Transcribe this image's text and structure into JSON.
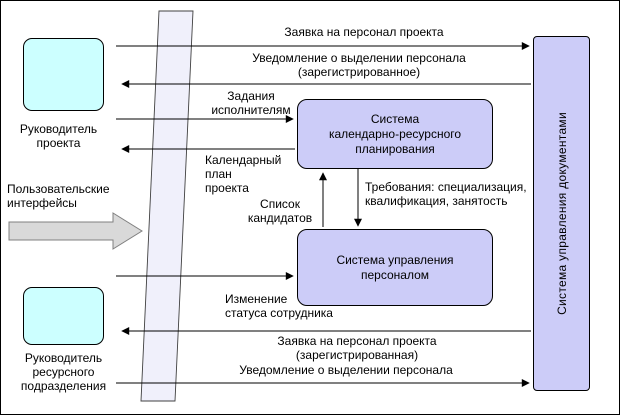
{
  "actors": {
    "project_manager": {
      "label_lines": [
        "Руководитель",
        "проекта"
      ]
    },
    "resource_manager": {
      "label_lines": [
        "Руководитель",
        "ресурсного",
        "подразделения"
      ]
    }
  },
  "interface_plane": {
    "label_lines": [
      "Пользовательские",
      "интерфейсы"
    ]
  },
  "systems": {
    "planning": {
      "label_lines": [
        "Система",
        "календарно-ресурсного",
        "планирования"
      ]
    },
    "personnel": {
      "label_lines": [
        "Система управления",
        "персоналом"
      ]
    },
    "documents": {
      "label": "Система управления документами"
    }
  },
  "flows": {
    "request_top": {
      "label_lines": [
        "Заявка на персонал проекта"
      ],
      "direction": "right"
    },
    "notification_registered": {
      "label_lines": [
        "Уведомление о выделении персонала",
        "(зарегистрированное)"
      ],
      "direction": "left"
    },
    "tasks": {
      "label_lines": [
        "Задания",
        "исполнителям"
      ],
      "direction": "right"
    },
    "calendar_plan": {
      "label_lines": [
        "Календарный",
        "план",
        "проекта"
      ],
      "direction": "left"
    },
    "requirements": {
      "label_lines": [
        "Требования: специализация,",
        "квалификация, занятость"
      ],
      "direction": "down"
    },
    "candidates": {
      "label_lines": [
        "Список",
        "кандидатов"
      ],
      "direction": "up"
    },
    "status_change": {
      "label_lines": [
        "Изменение",
        "статуса сотрудника"
      ],
      "direction": "right"
    },
    "request_registered": {
      "label_lines": [
        "Заявка на персонал проекта",
        "(зарегистрированная)"
      ],
      "direction": "left"
    },
    "notification_bottom": {
      "label_lines": [
        "Уведомление о выделении персонала"
      ],
      "direction": "right"
    }
  },
  "colors": {
    "actor_fill": "#ccffff",
    "system_fill": "#ccccf8",
    "plane_fill": "#f0f0fb",
    "block_arrow_fill": "#d9d9d9",
    "line_color": "#000000"
  }
}
